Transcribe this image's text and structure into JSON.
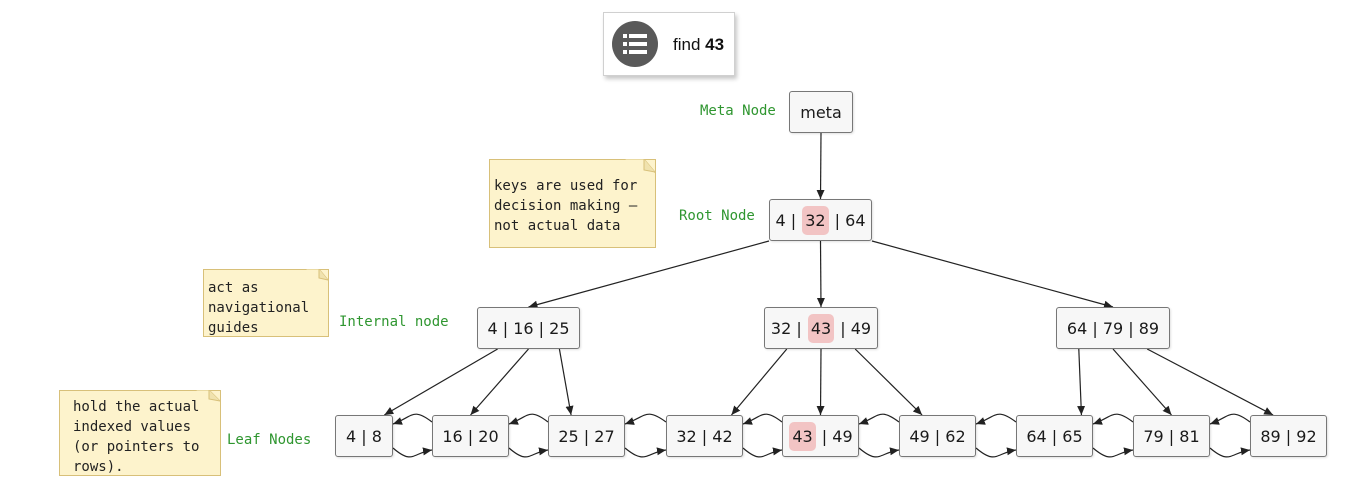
{
  "header": {
    "icon": "list-icon",
    "prefix": "find",
    "key": "43"
  },
  "labels": {
    "meta": "Meta Node",
    "root": "Root Node",
    "internal": "Internal node",
    "leaf": "Leaf Nodes"
  },
  "notes": {
    "root_note": "keys are used for decision making – not actual data",
    "internal_note": "act as navigational guides",
    "leaf_note": "hold the actual indexed values (or pointers to rows)."
  },
  "nodes": {
    "meta": {
      "text": "meta"
    },
    "root": {
      "keys": [
        "4",
        "32",
        "64"
      ],
      "highlight": "32"
    },
    "internal": [
      {
        "keys": [
          "4",
          "16",
          "25"
        ]
      },
      {
        "keys": [
          "32",
          "43",
          "49"
        ],
        "highlight": "43"
      },
      {
        "keys": [
          "64",
          "79",
          "89"
        ]
      }
    ],
    "leaves": [
      {
        "keys": [
          "4",
          "8"
        ]
      },
      {
        "keys": [
          "16",
          "20"
        ]
      },
      {
        "keys": [
          "25",
          "27"
        ]
      },
      {
        "keys": [
          "32",
          "42"
        ]
      },
      {
        "keys": [
          "43",
          "49"
        ],
        "highlight": "43"
      },
      {
        "keys": [
          "49",
          "62"
        ]
      },
      {
        "keys": [
          "64",
          "65"
        ]
      },
      {
        "keys": [
          "79",
          "81"
        ]
      },
      {
        "keys": [
          "89",
          "92"
        ]
      }
    ]
  },
  "colors": {
    "highlight": "#f2c4c4",
    "label": "#2f9630",
    "note_fill": "#fdf3cc",
    "icon_bg": "#595959"
  }
}
